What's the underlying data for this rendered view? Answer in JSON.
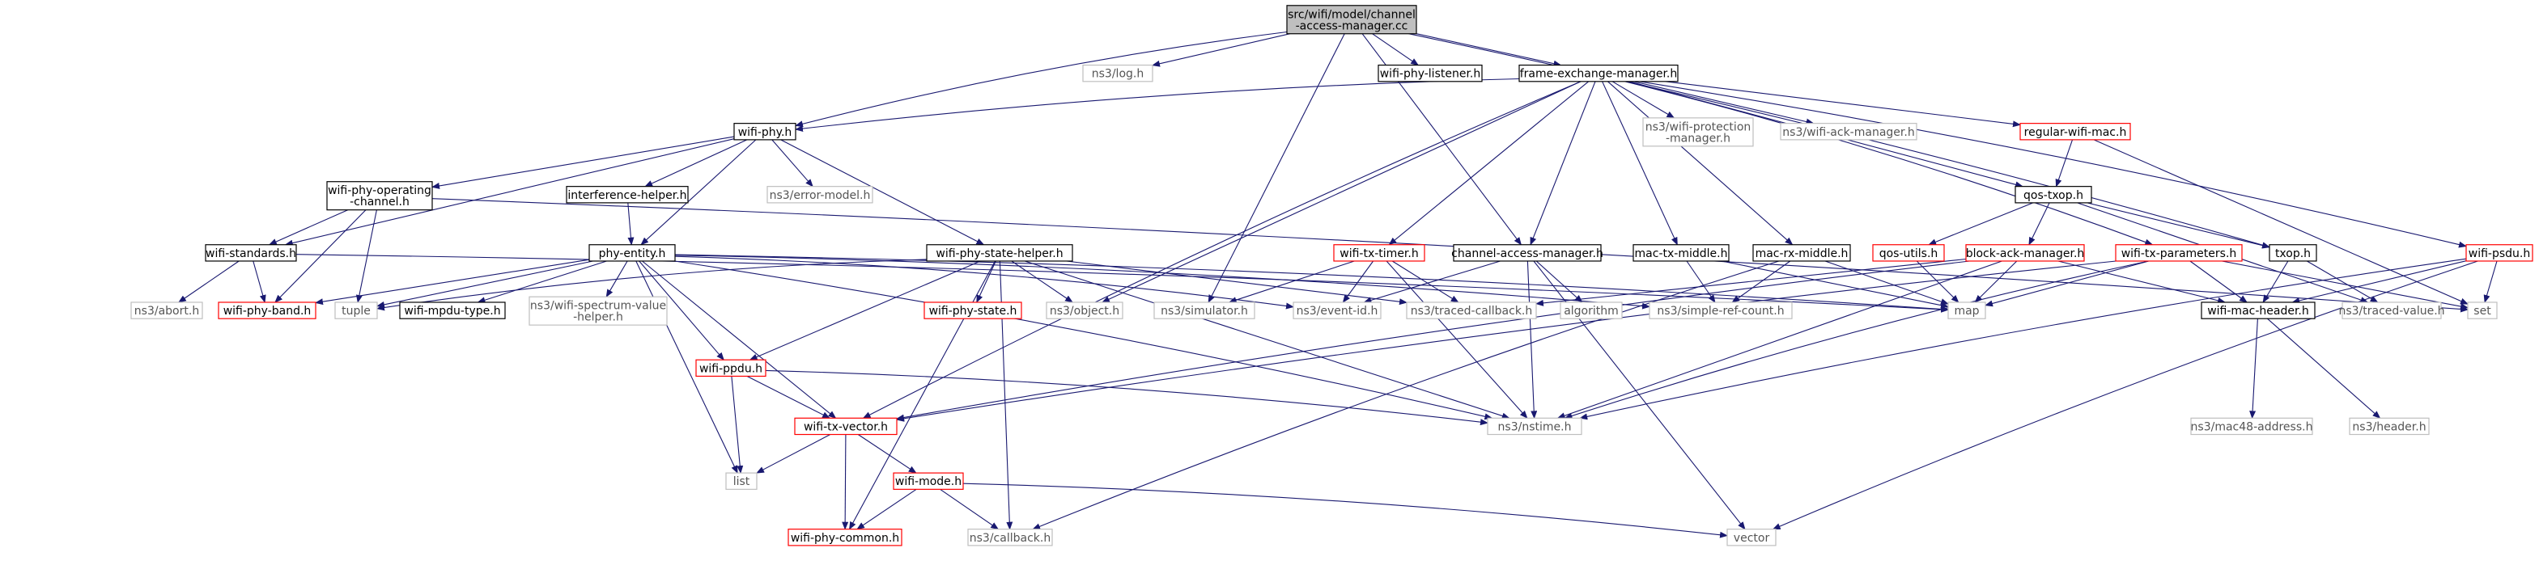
{
  "diagram": {
    "colors": {
      "edge": "#191970",
      "root_fill": "#bfbfbf",
      "documented_border": "#000000",
      "external_border": "#bfbfbf",
      "external_text": "#555555",
      "no_doc_border": "#ff0000",
      "text": "#000000"
    },
    "nodes": [
      {
        "id": "root",
        "lines": [
          "src/wifi/model/channel",
          "-access-manager.cc"
        ],
        "kind": "root"
      },
      {
        "id": "log",
        "lines": [
          "ns3/log.h"
        ],
        "kind": "external"
      },
      {
        "id": "wifi_phy_listener",
        "lines": [
          "wifi-phy-listener.h"
        ],
        "kind": "documented"
      },
      {
        "id": "frame_exchange_manager",
        "lines": [
          "frame-exchange-manager.h"
        ],
        "kind": "documented"
      },
      {
        "id": "wifi_phy",
        "lines": [
          "wifi-phy.h"
        ],
        "kind": "documented"
      },
      {
        "id": "wifi_protection_manager",
        "lines": [
          "ns3/wifi-protection",
          "-manager.h"
        ],
        "kind": "external"
      },
      {
        "id": "wifi_ack_manager",
        "lines": [
          "ns3/wifi-ack-manager.h"
        ],
        "kind": "external"
      },
      {
        "id": "regular_wifi_mac",
        "lines": [
          "regular-wifi-mac.h"
        ],
        "kind": "nodoc"
      },
      {
        "id": "wifi_phy_operating_channel",
        "lines": [
          "wifi-phy-operating",
          "-channel.h"
        ],
        "kind": "documented"
      },
      {
        "id": "interference_helper",
        "lines": [
          "interference-helper.h"
        ],
        "kind": "documented"
      },
      {
        "id": "error_model",
        "lines": [
          "ns3/error-model.h"
        ],
        "kind": "external"
      },
      {
        "id": "qos_txop",
        "lines": [
          "qos-txop.h"
        ],
        "kind": "documented"
      },
      {
        "id": "wifi_standards",
        "lines": [
          "wifi-standards.h"
        ],
        "kind": "documented"
      },
      {
        "id": "phy_entity",
        "lines": [
          "phy-entity.h"
        ],
        "kind": "documented"
      },
      {
        "id": "wifi_phy_state_helper",
        "lines": [
          "wifi-phy-state-helper.h"
        ],
        "kind": "documented"
      },
      {
        "id": "wifi_tx_timer",
        "lines": [
          "wifi-tx-timer.h"
        ],
        "kind": "nodoc"
      },
      {
        "id": "channel_access_manager",
        "lines": [
          "channel-access-manager.h"
        ],
        "kind": "documented"
      },
      {
        "id": "mac_tx_middle",
        "lines": [
          "mac-tx-middle.h"
        ],
        "kind": "documented"
      },
      {
        "id": "mac_rx_middle",
        "lines": [
          "mac-rx-middle.h"
        ],
        "kind": "documented"
      },
      {
        "id": "qos_utils",
        "lines": [
          "qos-utils.h"
        ],
        "kind": "nodoc"
      },
      {
        "id": "block_ack_manager",
        "lines": [
          "block-ack-manager.h"
        ],
        "kind": "nodoc"
      },
      {
        "id": "wifi_tx_parameters",
        "lines": [
          "wifi-tx-parameters.h"
        ],
        "kind": "nodoc"
      },
      {
        "id": "txop",
        "lines": [
          "txop.h"
        ],
        "kind": "documented"
      },
      {
        "id": "wifi_psdu",
        "lines": [
          "wifi-psdu.h"
        ],
        "kind": "nodoc"
      },
      {
        "id": "abort",
        "lines": [
          "ns3/abort.h"
        ],
        "kind": "external"
      },
      {
        "id": "wifi_phy_band",
        "lines": [
          "wifi-phy-band.h"
        ],
        "kind": "nodoc"
      },
      {
        "id": "tuple",
        "lines": [
          "tuple"
        ],
        "kind": "external"
      },
      {
        "id": "wifi_mpdu_type",
        "lines": [
          "wifi-mpdu-type.h"
        ],
        "kind": "documented"
      },
      {
        "id": "wifi_spectrum_value_helper",
        "lines": [
          "ns3/wifi-spectrum-value",
          "-helper.h"
        ],
        "kind": "external"
      },
      {
        "id": "wifi_phy_state",
        "lines": [
          "wifi-phy-state.h"
        ],
        "kind": "nodoc"
      },
      {
        "id": "object",
        "lines": [
          "ns3/object.h"
        ],
        "kind": "external"
      },
      {
        "id": "simulator",
        "lines": [
          "ns3/simulator.h"
        ],
        "kind": "external"
      },
      {
        "id": "event_id",
        "lines": [
          "ns3/event-id.h"
        ],
        "kind": "external"
      },
      {
        "id": "traced_callback",
        "lines": [
          "ns3/traced-callback.h"
        ],
        "kind": "external"
      },
      {
        "id": "algorithm",
        "lines": [
          "algorithm"
        ],
        "kind": "external"
      },
      {
        "id": "simple_ref_count",
        "lines": [
          "ns3/simple-ref-count.h"
        ],
        "kind": "external"
      },
      {
        "id": "map",
        "lines": [
          "map"
        ],
        "kind": "external"
      },
      {
        "id": "wifi_mac_header",
        "lines": [
          "wifi-mac-header.h"
        ],
        "kind": "documented"
      },
      {
        "id": "traced_value",
        "lines": [
          "ns3/traced-value.h"
        ],
        "kind": "external"
      },
      {
        "id": "set",
        "lines": [
          "set"
        ],
        "kind": "external"
      },
      {
        "id": "wifi_ppdu",
        "lines": [
          "wifi-ppdu.h"
        ],
        "kind": "nodoc"
      },
      {
        "id": "wifi_tx_vector",
        "lines": [
          "wifi-tx-vector.h"
        ],
        "kind": "nodoc"
      },
      {
        "id": "nstime",
        "lines": [
          "ns3/nstime.h"
        ],
        "kind": "external"
      },
      {
        "id": "mac48_address",
        "lines": [
          "ns3/mac48-address.h"
        ],
        "kind": "external"
      },
      {
        "id": "header",
        "lines": [
          "ns3/header.h"
        ],
        "kind": "external"
      },
      {
        "id": "list",
        "lines": [
          "list"
        ],
        "kind": "external"
      },
      {
        "id": "wifi_mode",
        "lines": [
          "wifi-mode.h"
        ],
        "kind": "nodoc"
      },
      {
        "id": "wifi_phy_common",
        "lines": [
          "wifi-phy-common.h"
        ],
        "kind": "nodoc"
      },
      {
        "id": "callback",
        "lines": [
          "ns3/callback.h"
        ],
        "kind": "external"
      },
      {
        "id": "vector",
        "lines": [
          "vector"
        ],
        "kind": "external"
      }
    ],
    "edges": [
      [
        "root",
        "log"
      ],
      [
        "root",
        "wifi_phy_listener"
      ],
      [
        "root",
        "frame_exchange_manager"
      ],
      [
        "root",
        "wifi_phy"
      ],
      [
        "root",
        "channel_access_manager"
      ],
      [
        "root",
        "simulator"
      ],
      [
        "root",
        "txop"
      ],
      [
        "frame_exchange_manager",
        "wifi_phy"
      ],
      [
        "frame_exchange_manager",
        "wifi_protection_manager"
      ],
      [
        "frame_exchange_manager",
        "wifi_ack_manager"
      ],
      [
        "frame_exchange_manager",
        "regular_wifi_mac"
      ],
      [
        "frame_exchange_manager",
        "qos_txop"
      ],
      [
        "frame_exchange_manager",
        "wifi_psdu"
      ],
      [
        "frame_exchange_manager",
        "wifi_tx_timer"
      ],
      [
        "frame_exchange_manager",
        "channel_access_manager"
      ],
      [
        "frame_exchange_manager",
        "mac_tx_middle"
      ],
      [
        "frame_exchange_manager",
        "mac_rx_middle"
      ],
      [
        "frame_exchange_manager",
        "wifi_tx_parameters"
      ],
      [
        "frame_exchange_manager",
        "object"
      ],
      [
        "frame_exchange_manager",
        "wifi_tx_vector"
      ],
      [
        "regular_wifi_mac",
        "qos_txop"
      ],
      [
        "regular_wifi_mac",
        "set"
      ],
      [
        "wifi_phy",
        "wifi_phy_operating_channel"
      ],
      [
        "wifi_phy",
        "interference_helper"
      ],
      [
        "wifi_phy",
        "error_model"
      ],
      [
        "wifi_phy",
        "wifi_standards"
      ],
      [
        "wifi_phy",
        "phy_entity"
      ],
      [
        "wifi_phy",
        "wifi_phy_state_helper"
      ],
      [
        "wifi_phy_operating_channel",
        "wifi_standards"
      ],
      [
        "wifi_phy_operating_channel",
        "wifi_phy_band"
      ],
      [
        "wifi_phy_operating_channel",
        "tuple"
      ],
      [
        "wifi_phy_operating_channel",
        "set"
      ],
      [
        "interference_helper",
        "phy_entity"
      ],
      [
        "wifi_standards",
        "abort"
      ],
      [
        "wifi_standards",
        "wifi_phy_band"
      ],
      [
        "wifi_standards",
        "map"
      ],
      [
        "phy_entity",
        "wifi_phy_band"
      ],
      [
        "phy_entity",
        "tuple"
      ],
      [
        "phy_entity",
        "wifi_mpdu_type"
      ],
      [
        "phy_entity",
        "wifi_spectrum_value_helper"
      ],
      [
        "phy_entity",
        "wifi_ppdu"
      ],
      [
        "phy_entity",
        "wifi_tx_vector"
      ],
      [
        "phy_entity",
        "list"
      ],
      [
        "phy_entity",
        "event_id"
      ],
      [
        "phy_entity",
        "simple_ref_count"
      ],
      [
        "phy_entity",
        "nstime"
      ],
      [
        "phy_entity",
        "map"
      ],
      [
        "wifi_phy_state_helper",
        "wifi_phy_state"
      ],
      [
        "wifi_phy_state_helper",
        "object"
      ],
      [
        "wifi_phy_state_helper",
        "traced_callback"
      ],
      [
        "wifi_phy_state_helper",
        "wifi_ppdu"
      ],
      [
        "wifi_phy_state_helper",
        "callback"
      ],
      [
        "wifi_phy_state_helper",
        "nstime"
      ],
      [
        "wifi_phy_state_helper",
        "wifi_phy_common"
      ],
      [
        "wifi_phy_state_helper",
        "tuple"
      ],
      [
        "wifi_tx_timer",
        "simulator"
      ],
      [
        "wifi_tx_timer",
        "event_id"
      ],
      [
        "wifi_tx_timer",
        "traced_callback"
      ],
      [
        "wifi_tx_timer",
        "nstime"
      ],
      [
        "channel_access_manager",
        "event_id"
      ],
      [
        "channel_access_manager",
        "algorithm"
      ],
      [
        "channel_access_manager",
        "nstime"
      ],
      [
        "channel_access_manager",
        "vector"
      ],
      [
        "mac_tx_middle",
        "simple_ref_count"
      ],
      [
        "mac_tx_middle",
        "map"
      ],
      [
        "mac_rx_middle",
        "simple_ref_count"
      ],
      [
        "mac_rx_middle",
        "map"
      ],
      [
        "mac_rx_middle",
        "callback"
      ],
      [
        "qos_txop",
        "qos_utils"
      ],
      [
        "qos_txop",
        "block_ack_manager"
      ],
      [
        "qos_txop",
        "txop"
      ],
      [
        "qos_txop",
        "traced_value"
      ],
      [
        "qos_utils",
        "map"
      ],
      [
        "block_ack_manager",
        "map"
      ],
      [
        "block_ack_manager",
        "traced_callback"
      ],
      [
        "block_ack_manager",
        "nstime"
      ],
      [
        "block_ack_manager",
        "wifi_tx_vector"
      ],
      [
        "block_ack_manager",
        "wifi_mac_header"
      ],
      [
        "wifi_tx_parameters",
        "map"
      ],
      [
        "wifi_tx_parameters",
        "wifi_mac_header"
      ],
      [
        "wifi_tx_parameters",
        "nstime"
      ],
      [
        "wifi_tx_parameters",
        "wifi_tx_vector"
      ],
      [
        "wifi_tx_parameters",
        "set"
      ],
      [
        "txop",
        "wifi_mac_header"
      ],
      [
        "txop",
        "traced_value"
      ],
      [
        "wifi_psdu",
        "wifi_mac_header"
      ],
      [
        "wifi_psdu",
        "set"
      ],
      [
        "wifi_psdu",
        "nstime"
      ],
      [
        "wifi_psdu",
        "vector"
      ],
      [
        "wifi_mac_header",
        "mac48_address"
      ],
      [
        "wifi_mac_header",
        "header"
      ],
      [
        "wifi_ppdu",
        "wifi_tx_vector"
      ],
      [
        "wifi_ppdu",
        "list"
      ],
      [
        "wifi_ppdu",
        "nstime"
      ],
      [
        "wifi_tx_vector",
        "list"
      ],
      [
        "wifi_tx_vector",
        "wifi_mode"
      ],
      [
        "wifi_tx_vector",
        "wifi_phy_common"
      ],
      [
        "wifi_mode",
        "wifi_phy_common"
      ],
      [
        "wifi_mode",
        "callback"
      ],
      [
        "wifi_mode",
        "vector"
      ]
    ]
  }
}
